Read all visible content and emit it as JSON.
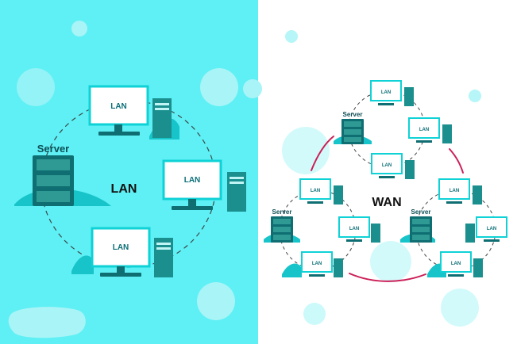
{
  "colors": {
    "lan_bg": "#5ff0f5",
    "wan_bg": "#ffffff",
    "bubble": "#b6f6f8",
    "screen_border": "#0fd2d6",
    "screen_text": "#0b6e77",
    "tower": "#1a8f8e",
    "tower_dark": "#0f6e72",
    "server": "#0f6e72",
    "server_slot": "#2f9993",
    "shadow": "#17c4c9",
    "dash": "#444444",
    "wan_link": "#cc1f57",
    "title": "#111111"
  },
  "lan_panel": {
    "title": "LAN",
    "server_label": "Server",
    "computers": [
      {
        "label": "LAN"
      },
      {
        "label": "LAN"
      },
      {
        "label": "LAN"
      }
    ]
  },
  "wan_panel": {
    "title": "WAN",
    "clusters": [
      {
        "server_label": "Server",
        "computers": [
          {
            "label": "LAN"
          },
          {
            "label": "LAN"
          },
          {
            "label": "LAN"
          }
        ]
      },
      {
        "server_label": "Server",
        "computers": [
          {
            "label": "LAN"
          },
          {
            "label": "LAN"
          },
          {
            "label": "LAN"
          }
        ]
      },
      {
        "server_label": "Server",
        "computers": [
          {
            "label": "LAN"
          },
          {
            "label": "LAN"
          },
          {
            "label": "LAN"
          }
        ]
      }
    ]
  }
}
